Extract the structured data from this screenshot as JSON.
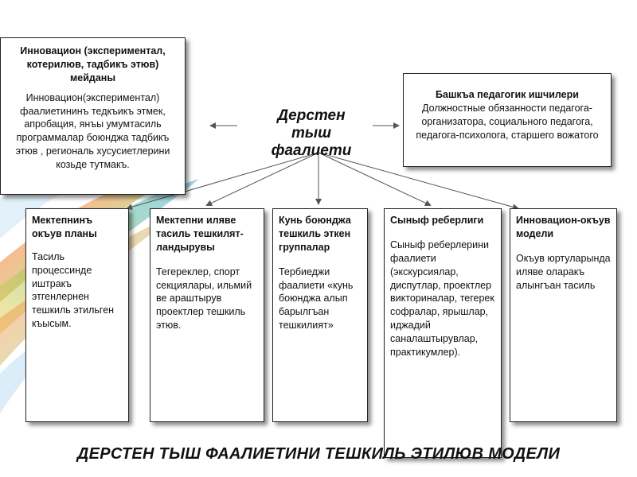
{
  "center_label": [
    "Дерстен",
    "тыш",
    "фаалиети"
  ],
  "top_left": {
    "title": "Инновацион (экспериментал, котерилюв, тадбикъ этюв) мейданы",
    "text": "Инновацион(экспериментал) фаалиетининъ тедкъикъ этмек, апробация,  янъы умумтасиль программалар боюнджа тадбикъ этюв , региональ хусусиетлерини козьде тутмакъ."
  },
  "top_right": {
    "title": "Башкъа педагогик ишчилери",
    "text": "Должностные обязанности педагога-организатора, социального педагога, педагога-психолога, старшего вожатого"
  },
  "boxes": [
    {
      "title": "Мектепнинъ окъув планы",
      "text": "Тасиль процессинде иштракъ этгенлернен тешкиль этильген къысым."
    },
    {
      "title": "Мектепни иляве тасиль тешкилят-ландырувы",
      "text": " Тегереклер, спорт секциялары, ильмий  ве араштырув проектлер тешкиль этюв."
    },
    {
      "title": "Кунь боюнджа тешкиль эткен группалар",
      "text": "Тербиеджи фаалиети «кунь боюнджа алып барылгъан тешкилият»"
    },
    {
      "title": "Сыныф реберлиги",
      "text": "Сыныф реберлерини фаалиети (экскурсиялар, диспутлар, проектлер викториналар, тегерек софралар, ярышлар, иджадий саналаштырувлар, практикумлер)."
    },
    {
      "title": "Инновацион-окъув  модели",
      "text": "Окъув юртуларында иляве оларакъ алынгъан тасиль"
    }
  ],
  "footer": "ДЕРСТЕН  ТЫШ  ФААЛИЕТИНИ  ТЕШКИЛЬ ЭТИЛЮВ МОДЕЛИ"
}
